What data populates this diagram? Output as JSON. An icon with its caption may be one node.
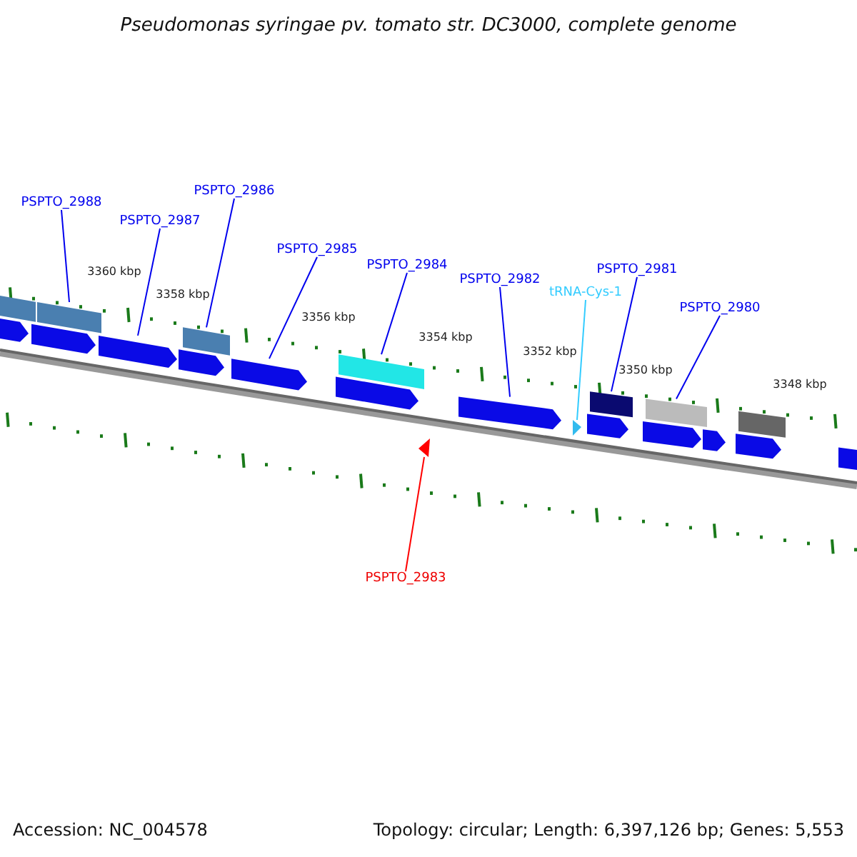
{
  "diagram": {
    "title": "Pseudomonas syringae pv. tomato str. DC3000, complete genome",
    "nodes": [
      {
        "text": [
          "PSPTO_2988"
        ]
      },
      {
        "text": [
          "PSPTO_2987"
        ]
      },
      {
        "text": [
          "PSPTO_2986"
        ]
      },
      {
        "text": [
          "PSPTO_2985"
        ]
      },
      {
        "text": [
          "PSPTO_2984"
        ]
      },
      {
        "text": [
          "PSPTO_2982"
        ]
      },
      {
        "text": [
          "tRNA-Cys-1"
        ]
      },
      {
        "text": [
          "PSPTO_2981"
        ]
      },
      {
        "text": [
          "PSPTO_2980"
        ]
      },
      {
        "text": [
          "PSPTO_2983"
        ]
      },
      {
        "text": [],
        "shape": "box"
      },
      {
        "text": [],
        "shape": "arrow"
      },
      {
        "text": [],
        "shape": "box"
      },
      {
        "text": [],
        "shape": "arrow"
      },
      {
        "text": [],
        "shape": "box"
      },
      {
        "text": [],
        "shape": "arrow"
      },
      {
        "text": [],
        "shape": "triangle"
      },
      {
        "text": [],
        "shape": "box"
      },
      {
        "text": [],
        "shape": "box"
      },
      {
        "text": [],
        "shape": "triangle"
      }
    ],
    "edges": [
      {
        "from": 0,
        "to": 10,
        "arrow": "none"
      },
      {
        "from": 1,
        "to": 11,
        "arrow": "none"
      },
      {
        "from": 2,
        "to": 12,
        "arrow": "none"
      },
      {
        "from": 3,
        "to": 13,
        "arrow": "none"
      },
      {
        "from": 4,
        "to": 14,
        "arrow": "none"
      },
      {
        "from": 5,
        "to": 15,
        "arrow": "none"
      },
      {
        "from": 6,
        "to": 16,
        "arrow": "none",
        "color": "#33ccff"
      },
      {
        "from": 7,
        "to": 17,
        "arrow": "none"
      },
      {
        "from": 8,
        "to": 18,
        "arrow": "none"
      },
      {
        "from": 9,
        "to": 19,
        "arrow": "none",
        "color": "#ff0000"
      }
    ],
    "labels": [
      "3360 kbp",
      "3358 kbp",
      "3356 kbp",
      "3354 kbp",
      "3352 kbp",
      "3350 kbp",
      "3348 kbp",
      "Accession: NC_004578",
      "Topology: circular; Length: 6,397,126 bp; Genes: 5,553"
    ]
  }
}
